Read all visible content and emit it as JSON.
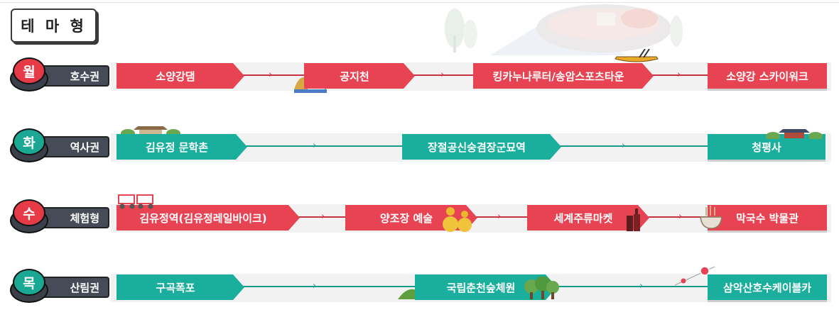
{
  "title": "테 마 형",
  "colors": {
    "red": "#e84352",
    "teal": "#1aae9c",
    "pill": "#454b57"
  },
  "routes": [
    {
      "day": "월",
      "region": "호수권",
      "theme": "red",
      "stops": [
        "소양강댐",
        "공지천",
        "킹카누나루터/송암스포츠타운",
        "소양강 스카이워크"
      ]
    },
    {
      "day": "화",
      "region": "역사권",
      "theme": "teal",
      "stops": [
        "김유정 문학촌",
        "장절공신숭겸장군묘역",
        "청평사"
      ]
    },
    {
      "day": "수",
      "region": "체험형",
      "theme": "red",
      "stops": [
        "김유정역(김유정레일바이크)",
        "양조장 예술",
        "세계주류마켓",
        "막국수 박물관"
      ]
    },
    {
      "day": "목",
      "region": "산림권",
      "theme": "teal",
      "stops": [
        "구곡폭포",
        "국립춘천숲체원",
        "삼악산호수케이블카"
      ]
    }
  ]
}
